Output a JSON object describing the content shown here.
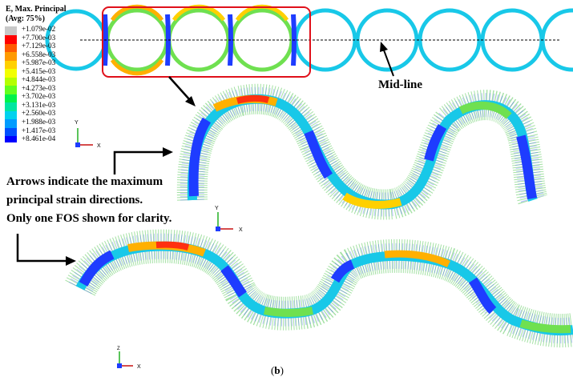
{
  "legend": {
    "title_line1": "E, Max. Principal",
    "title_line2": "(Avg: 75%)",
    "values": [
      "+1.079e-02",
      "+7.700e-03",
      "+7.129e-03",
      "+6.558e-03",
      "+5.987e-03",
      "+5.415e-03",
      "+4.844e-03",
      "+4.273e-03",
      "+3.702e-03",
      "+3.131e-03",
      "+2.560e-03",
      "+1.988e-03",
      "+1.417e-03",
      "+8.461e-04"
    ],
    "colors": [
      "#c8c8c8",
      "#ff0000",
      "#ff5a00",
      "#ff9a00",
      "#ffd000",
      "#f2ff00",
      "#b4ff00",
      "#62ff1e",
      "#00f24a",
      "#00e6a0",
      "#00d2ee",
      "#009cff",
      "#0050ff",
      "#0000ff"
    ]
  },
  "annotation": {
    "line1": "Arrows indicate the maximum",
    "line2": "principal strain directions.",
    "line3": "Only one FOS shown for clarity."
  },
  "midline_label": "Mid-line",
  "caption": {
    "open": "(",
    "letter": "b",
    "close": ")"
  },
  "triads": {
    "axis_y": "Y",
    "axis_x": "X",
    "axis_z": "Z"
  },
  "colors": {
    "highlight_box": "#e0101a",
    "fiber_blue": "#1e3cff",
    "fiber_cyan": "#18c8e8",
    "fiber_green": "#6fe050",
    "fiber_red": "#ff3010",
    "arrow_green": "#5ac85a",
    "arrow_blue": "#3c5aff"
  }
}
